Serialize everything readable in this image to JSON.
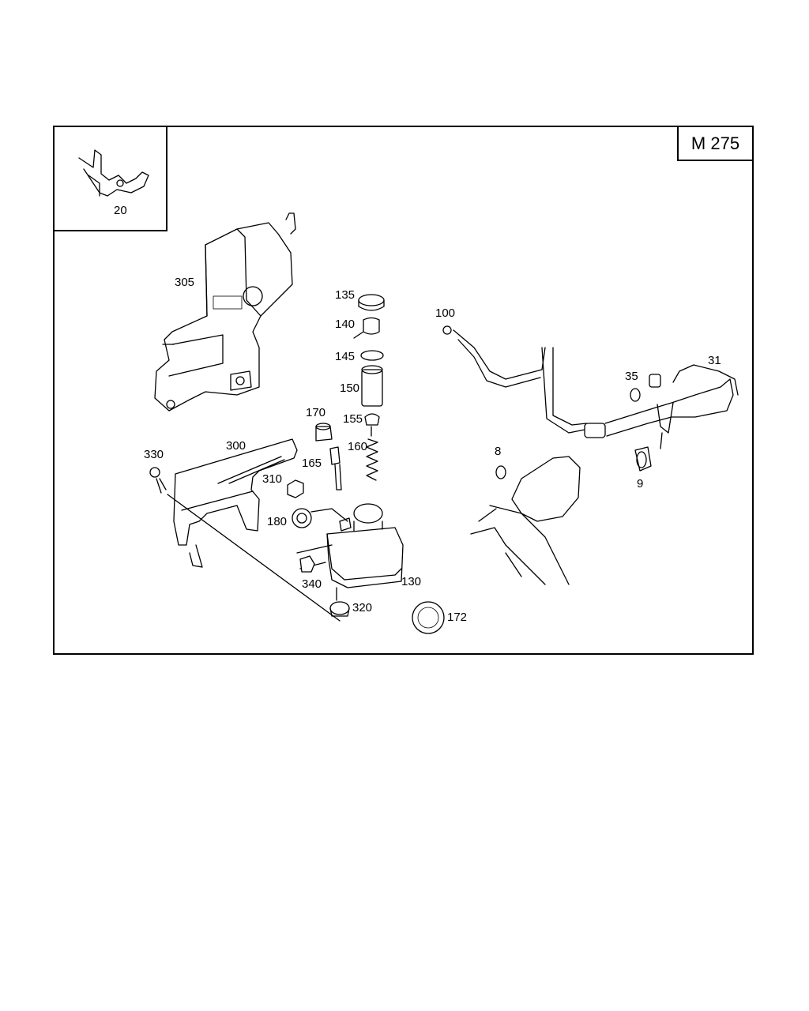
{
  "model_label": "M 275",
  "callouts": {
    "p20": "20",
    "p305": "305",
    "p135": "135",
    "p140": "140",
    "p145": "145",
    "p150": "150",
    "p155": "155",
    "p160": "160",
    "p165": "165",
    "p170": "170",
    "p300": "300",
    "p310": "310",
    "p330": "330",
    "p180": "180",
    "p340": "340",
    "p130": "130",
    "p320": "320",
    "p172": "172",
    "p100": "100",
    "p35": "35",
    "p31": "31",
    "p8": "8",
    "p9": "9"
  }
}
